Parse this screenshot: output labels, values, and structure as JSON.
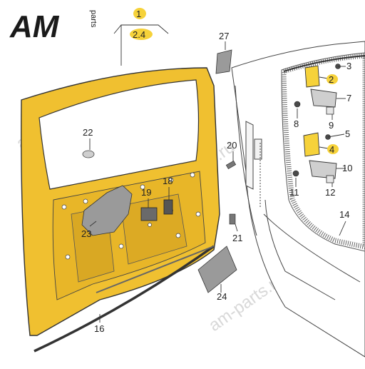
{
  "logo": {
    "main": "AM",
    "side": "parts"
  },
  "watermark": "am-parts.ru",
  "colors": {
    "door": "#f0c030",
    "highlight": "#f6d23a",
    "outline": "#333333"
  },
  "callouts": {
    "c1": "1",
    "c2_4": "2.4",
    "c2": "2",
    "c3": "3",
    "c4": "4",
    "c5": "5",
    "c7": "7",
    "c8": "8",
    "c9": "9",
    "c10": "10",
    "c11": "11",
    "c12": "12",
    "c14": "14",
    "c16": "16",
    "c18": "18",
    "c19": "19",
    "c20": "20",
    "c21": "21",
    "c22": "22",
    "c23": "23",
    "c24": "24",
    "c27": "27"
  }
}
